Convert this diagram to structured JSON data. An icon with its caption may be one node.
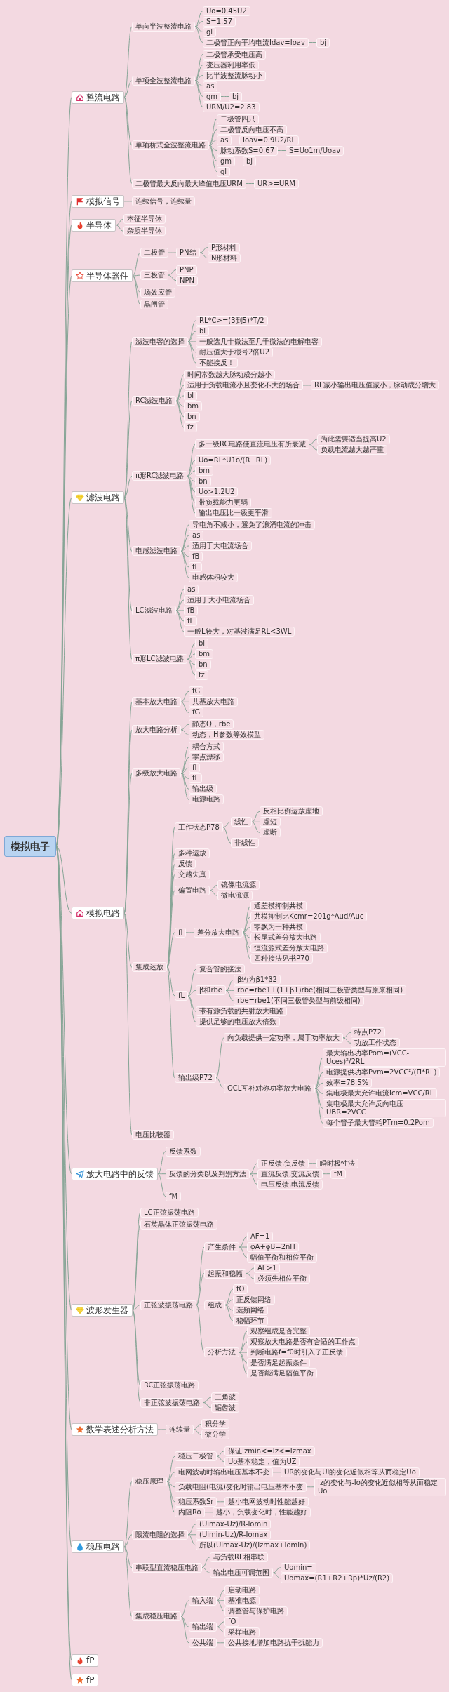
{
  "diagram": {
    "nodes": [
      {
        "text": [
          "模拟电子"
        ]
      },
      {
        "text": [
          "整流电路"
        ]
      },
      {
        "text": [
          "单向半波整流电路"
        ]
      },
      {
        "text": [
          "Uo=0.45U2"
        ]
      },
      {
        "text": [
          "S=1.57"
        ]
      },
      {
        "text": [
          "gl"
        ]
      },
      {
        "text": [
          "二极管正向平均电流Idav=Ioav"
        ]
      },
      {
        "text": [
          "bj"
        ]
      },
      {
        "text": [
          "单项全波整流电路"
        ]
      },
      {
        "text": [
          "二极管承受电压高"
        ]
      },
      {
        "text": [
          "变压器利用率低"
        ]
      },
      {
        "text": [
          "比半波整流脉动小"
        ]
      },
      {
        "text": [
          "as"
        ]
      },
      {
        "text": [
          "gm"
        ]
      },
      {
        "text": [
          "bj"
        ]
      },
      {
        "text": [
          "URM/U2=2.83"
        ]
      },
      {
        "text": [
          "单项桥式全波整流电路"
        ]
      },
      {
        "text": [
          "二极管四只"
        ]
      },
      {
        "text": [
          "二极管反向电压不高"
        ]
      },
      {
        "text": [
          "as"
        ]
      },
      {
        "text": [
          "Ioav=0.9U2/RL"
        ]
      },
      {
        "text": [
          "脉动系数S=0.67"
        ]
      },
      {
        "text": [
          "S=Uo1m/Uoav"
        ]
      },
      {
        "text": [
          "gm"
        ]
      },
      {
        "text": [
          "bj"
        ]
      },
      {
        "text": [
          "gl"
        ]
      },
      {
        "text": [
          "二极管最大反向最大峰值电压URM"
        ]
      },
      {
        "text": [
          "UR>=URM"
        ]
      },
      {
        "text": [
          "模拟信号"
        ]
      },
      {
        "text": [
          "连续信号，连续量"
        ]
      },
      {
        "text": [
          "半导体"
        ]
      },
      {
        "text": [
          "本征半导体"
        ]
      },
      {
        "text": [
          "杂质半导体"
        ]
      },
      {
        "text": [
          "半导体器件"
        ]
      },
      {
        "text": [
          "二极管"
        ]
      },
      {
        "text": [
          "PN结"
        ]
      },
      {
        "text": [
          "P形材料"
        ]
      },
      {
        "text": [
          "N形材料"
        ]
      },
      {
        "text": [
          "三极管"
        ]
      },
      {
        "text": [
          "PNP"
        ]
      },
      {
        "text": [
          "NPN"
        ]
      },
      {
        "text": [
          "场效应管"
        ]
      },
      {
        "text": [
          "晶闸管"
        ]
      },
      {
        "text": [
          "滤波电路"
        ]
      },
      {
        "text": [
          "滤波电容的选择"
        ]
      },
      {
        "text": [
          "RL*C>=(3到5)*T/2"
        ]
      },
      {
        "text": [
          "bl"
        ]
      },
      {
        "text": [
          "一般选几十微法至几千微法的电解电容"
        ]
      },
      {
        "text": [
          "耐压值大于根号2倍U2"
        ]
      },
      {
        "text": [
          "不能接反！"
        ]
      },
      {
        "text": [
          "RC滤波电路"
        ]
      },
      {
        "text": [
          "时间常数越大脉动成分越小"
        ]
      },
      {
        "text": [
          "适用于负载电流小且变化不大的场合"
        ]
      },
      {
        "text": [
          "RL减小输出电压值减小，脉动成分增大"
        ]
      },
      {
        "text": [
          "bl"
        ]
      },
      {
        "text": [
          "bm"
        ]
      },
      {
        "text": [
          "bn"
        ]
      },
      {
        "text": [
          "fz"
        ]
      },
      {
        "text": [
          "π形RC滤波电路"
        ]
      },
      {
        "text": [
          "多一级RC电路使直流电压有所衰减"
        ]
      },
      {
        "text": [
          "为此需要适当提高U2"
        ]
      },
      {
        "text": [
          "负载电流越大越严重"
        ]
      },
      {
        "text": [
          "Uo=RL*U1o/(R+RL)"
        ]
      },
      {
        "text": [
          "bm"
        ]
      },
      {
        "text": [
          "bn"
        ]
      },
      {
        "text": [
          "Uo>1.2U2"
        ]
      },
      {
        "text": [
          "带负载能力更弱"
        ]
      },
      {
        "text": [
          "输出电压比一级更平滑"
        ]
      },
      {
        "text": [
          "电感滤波电路"
        ]
      },
      {
        "text": [
          "导电角不减小，避免了浪涌电流的冲击"
        ]
      },
      {
        "text": [
          "as"
        ]
      },
      {
        "text": [
          "适用于大电流场合"
        ]
      },
      {
        "text": [
          "fB"
        ]
      },
      {
        "text": [
          "fF"
        ]
      },
      {
        "text": [
          "电感体积较大"
        ]
      },
      {
        "text": [
          "LC滤波电路"
        ]
      },
      {
        "text": [
          "as"
        ]
      },
      {
        "text": [
          "适用于大小电流场合"
        ]
      },
      {
        "text": [
          "fB"
        ]
      },
      {
        "text": [
          "fF"
        ]
      },
      {
        "text": [
          "一般L较大，对基波满足RL<3WL"
        ]
      },
      {
        "text": [
          "π形LC滤波电路"
        ]
      },
      {
        "text": [
          "bl"
        ]
      },
      {
        "text": [
          "bm"
        ]
      },
      {
        "text": [
          "bn"
        ]
      },
      {
        "text": [
          "fz"
        ]
      },
      {
        "text": [
          "模拟电路"
        ]
      },
      {
        "text": [
          "基本放大电路"
        ]
      },
      {
        "text": [
          "fG"
        ]
      },
      {
        "text": [
          "共基放大电路"
        ]
      },
      {
        "text": [
          "fG"
        ]
      },
      {
        "text": [
          "放大电路分析"
        ]
      },
      {
        "text": [
          "静态Q，rbe"
        ]
      },
      {
        "text": [
          "动态，H参数等效模型"
        ]
      },
      {
        "text": [
          "多级放大电路"
        ]
      },
      {
        "text": [
          "耦合方式"
        ]
      },
      {
        "text": [
          "零点漂移"
        ]
      },
      {
        "text": [
          "fI"
        ]
      },
      {
        "text": [
          "fL"
        ]
      },
      {
        "text": [
          "输出级"
        ]
      },
      {
        "text": [
          "电源电路"
        ]
      },
      {
        "text": [
          "集成运放"
        ]
      },
      {
        "text": [
          "工作状态P78"
        ]
      },
      {
        "text": [
          "线性"
        ]
      },
      {
        "text": [
          "反相比例运放虚地"
        ]
      },
      {
        "text": [
          "虚短"
        ]
      },
      {
        "text": [
          "虚断"
        ]
      },
      {
        "text": [
          "非线性"
        ]
      },
      {
        "text": [
          "多种运放"
        ]
      },
      {
        "text": [
          "反馈"
        ]
      },
      {
        "text": [
          "交越失真"
        ]
      },
      {
        "text": [
          "偏置电路"
        ]
      },
      {
        "text": [
          "镜像电流源"
        ]
      },
      {
        "text": [
          "微电流源"
        ]
      },
      {
        "text": [
          "fI"
        ]
      },
      {
        "text": [
          "差分放大电路"
        ]
      },
      {
        "text": [
          "通差模抑制共模"
        ]
      },
      {
        "text": [
          "共模抑制比Kcmr=201g*Aud/Auc"
        ]
      },
      {
        "text": [
          "零飘为一种共模"
        ]
      },
      {
        "text": [
          "长尾式差分放大电路"
        ]
      },
      {
        "text": [
          "恒流源式差分放大电路"
        ]
      },
      {
        "text": [
          "四种接法见书P70"
        ]
      },
      {
        "text": [
          "fL"
        ]
      },
      {
        "text": [
          "复合管的接法"
        ]
      },
      {
        "text": [
          "β和rbe"
        ]
      },
      {
        "text": [
          "β约为β1*β2"
        ]
      },
      {
        "text": [
          "rbe=rbe1+(1+β1)rbe(相同三极管类型与原来相同)"
        ]
      },
      {
        "text": [
          "rbe=rbe1(不同三极管类型与前级相同)"
        ]
      },
      {
        "text": [
          "带有源负载的共射放大电路"
        ]
      },
      {
        "text": [
          "提供足够的电压放大倍数"
        ]
      },
      {
        "text": [
          "输出级P72"
        ]
      },
      {
        "text": [
          "向负载提供一定功率，属于功率放大"
        ]
      },
      {
        "text": [
          "特点P72"
        ]
      },
      {
        "text": [
          "功放工作状态"
        ]
      },
      {
        "text": [
          "OCL互补对称功率放大电路"
        ]
      },
      {
        "text": [
          "最大输出功率Pom=(VCC-Uces)²/2RL"
        ]
      },
      {
        "text": [
          "电源提供功率Pvm=2VCC²/(Π*RL)"
        ]
      },
      {
        "text": [
          "效率=78.5%"
        ]
      },
      {
        "text": [
          "集电极最大允许电流Icm=VCC/RL"
        ]
      },
      {
        "text": [
          "集电极最大允许反向电压UBR=2VCC"
        ]
      },
      {
        "text": [
          "每个管子最大管耗PTm=0.2Pom"
        ]
      },
      {
        "text": [
          "电压比较器"
        ]
      },
      {
        "text": [
          "放大电路中的反馈"
        ]
      },
      {
        "text": [
          "反馈系数"
        ]
      },
      {
        "text": [
          "反馈的分类以及判别方法"
        ]
      },
      {
        "text": [
          "正反馈,负反馈"
        ]
      },
      {
        "text": [
          "瞬时极性法"
        ]
      },
      {
        "text": [
          "直流反馈,交流反馈"
        ]
      },
      {
        "text": [
          "fM"
        ]
      },
      {
        "text": [
          "电压反馈,电流反馈"
        ]
      },
      {
        "text": [
          "fM"
        ]
      },
      {
        "text": [
          "波形发生器"
        ]
      },
      {
        "text": [
          "LC正弦振荡电路"
        ]
      },
      {
        "text": [
          "石英晶体正弦振荡电路"
        ]
      },
      {
        "text": [
          "正弦波振荡电路"
        ]
      },
      {
        "text": [
          "产生条件"
        ]
      },
      {
        "text": [
          "AF=1"
        ]
      },
      {
        "text": [
          "φA+φB=2nΠ"
        ]
      },
      {
        "text": [
          "幅值平衡和相位平衡"
        ]
      },
      {
        "text": [
          "起振和稳幅"
        ]
      },
      {
        "text": [
          "AF>1"
        ]
      },
      {
        "text": [
          "必须先相位平衡"
        ]
      },
      {
        "text": [
          "组成"
        ]
      },
      {
        "text": [
          "fO"
        ]
      },
      {
        "text": [
          "正反馈网络"
        ]
      },
      {
        "text": [
          "选频网络"
        ]
      },
      {
        "text": [
          "稳幅环节"
        ]
      },
      {
        "text": [
          "分析方法"
        ]
      },
      {
        "text": [
          "观察组成是否完整"
        ]
      },
      {
        "text": [
          "观察放大电路是否有合适的工作点"
        ]
      },
      {
        "text": [
          "判断电路f=f0时引入了正反馈"
        ]
      },
      {
        "text": [
          "是否满足起振条件"
        ]
      },
      {
        "text": [
          "是否能满足幅值平衡"
        ]
      },
      {
        "text": [
          "RC正弦振荡电路"
        ]
      },
      {
        "text": [
          "非正弦波振荡电路"
        ]
      },
      {
        "text": [
          "三角波"
        ]
      },
      {
        "text": [
          "锯齿波"
        ]
      },
      {
        "text": [
          "数学表述分析方法"
        ]
      },
      {
        "text": [
          "连续量"
        ]
      },
      {
        "text": [
          "积分学"
        ]
      },
      {
        "text": [
          "微分学"
        ]
      },
      {
        "text": [
          "稳压电路"
        ]
      },
      {
        "text": [
          "稳压原理"
        ]
      },
      {
        "text": [
          "稳压二极管"
        ]
      },
      {
        "text": [
          "保证Izmin<=Iz<=Izmax"
        ]
      },
      {
        "text": [
          "Uo基本稳定，值为UZ"
        ]
      },
      {
        "text": [
          "电网波动时输出电压基本不变"
        ]
      },
      {
        "text": [
          "UR的变化与Ui的变化近似相等从而稳定Uo"
        ]
      },
      {
        "text": [
          "负载电阻(电流)变化时输出电压基本不变"
        ]
      },
      {
        "text": [
          "Iz的变化与-Io的变化近似相等从而稳定Uo"
        ]
      },
      {
        "text": [
          "稳压系数Sr"
        ]
      },
      {
        "text": [
          "越小电网波动时性能越好"
        ]
      },
      {
        "text": [
          "内阻Ro"
        ]
      },
      {
        "text": [
          "越小，负载变化时，性能越好"
        ]
      },
      {
        "text": [
          "限流电阻的选择"
        ]
      },
      {
        "text": [
          "(Uimax-Uz)/R-Iomin"
        ]
      },
      {
        "text": [
          "(Uimin-Uz)/R-Iomax"
        ]
      },
      {
        "text": [
          "所以(Uimax-Uz)/(Izmax+Iomin)"
        ]
      },
      {
        "text": [
          "串联型直流稳压电路"
        ]
      },
      {
        "text": [
          "与负载RL相串联"
        ]
      },
      {
        "text": [
          "输出电压可调范围"
        ]
      },
      {
        "text": [
          "Uomin="
        ]
      },
      {
        "text": [
          "Uomax=(R1+R2+Rp)*Uz/(R2)"
        ]
      },
      {
        "text": [
          "集成稳压电路"
        ]
      },
      {
        "text": [
          "输入端"
        ]
      },
      {
        "text": [
          "启动电路"
        ]
      },
      {
        "text": [
          "基准电源"
        ]
      },
      {
        "text": [
          "调整管与保护电路"
        ]
      },
      {
        "text": [
          "输出端"
        ]
      },
      {
        "text": [
          "fO"
        ]
      },
      {
        "text": [
          "采样电路"
        ]
      },
      {
        "text": [
          "公共端"
        ]
      },
      {
        "text": [
          "公共接地增加电路抗干扰能力"
        ]
      },
      {
        "text": [
          "fP"
        ]
      },
      {
        "text": [
          "fP"
        ]
      }
    ],
    "edges": [
      {
        "from": 0,
        "to": 1,
        "arrow": "none"
      },
      {
        "from": 1,
        "to": 2,
        "arrow": "none"
      },
      {
        "from": 2,
        "to": 3,
        "arrow": "none"
      },
      {
        "from": 2,
        "to": 4,
        "arrow": "none"
      },
      {
        "from": 2,
        "to": 5,
        "arrow": "none"
      },
      {
        "from": 2,
        "to": 6,
        "arrow": "none"
      },
      {
        "from": 6,
        "to": 7,
        "arrow": "none"
      },
      {
        "from": 1,
        "to": 8,
        "arrow": "none"
      },
      {
        "from": 8,
        "to": 9,
        "arrow": "none"
      },
      {
        "from": 8,
        "to": 10,
        "arrow": "none"
      },
      {
        "from": 8,
        "to": 11,
        "arrow": "none"
      },
      {
        "from": 8,
        "to": 12,
        "arrow": "none"
      },
      {
        "from": 8,
        "to": 13,
        "arrow": "none"
      },
      {
        "from": 13,
        "to": 14,
        "arrow": "none"
      },
      {
        "from": 8,
        "to": 15,
        "arrow": "none"
      },
      {
        "from": 1,
        "to": 16,
        "arrow": "none"
      },
      {
        "from": 16,
        "to": 17,
        "arrow": "none"
      },
      {
        "from": 16,
        "to": 18,
        "arrow": "none"
      },
      {
        "from": 16,
        "to": 19,
        "arrow": "none"
      },
      {
        "from": 19,
        "to": 20,
        "arrow": "none"
      },
      {
        "from": 16,
        "to": 21,
        "arrow": "none"
      },
      {
        "from": 21,
        "to": 22,
        "arrow": "none"
      },
      {
        "from": 16,
        "to": 23,
        "arrow": "none"
      },
      {
        "from": 23,
        "to": 24,
        "arrow": "none"
      },
      {
        "from": 16,
        "to": 25,
        "arrow": "none"
      },
      {
        "from": 1,
        "to": 26,
        "arrow": "none"
      },
      {
        "from": 26,
        "to": 27,
        "arrow": "none"
      },
      {
        "from": 0,
        "to": 28,
        "arrow": "none"
      },
      {
        "from": 28,
        "to": 29,
        "arrow": "none"
      },
      {
        "from": 0,
        "to": 30,
        "arrow": "none"
      },
      {
        "from": 30,
        "to": 31,
        "arrow": "none"
      },
      {
        "from": 30,
        "to": 32,
        "arrow": "none"
      },
      {
        "from": 0,
        "to": 33,
        "arrow": "none"
      },
      {
        "from": 33,
        "to": 34,
        "arrow": "none"
      },
      {
        "from": 34,
        "to": 35,
        "arrow": "none"
      },
      {
        "from": 35,
        "to": 36,
        "arrow": "none"
      },
      {
        "from": 35,
        "to": 37,
        "arrow": "none"
      },
      {
        "from": 33,
        "to": 38,
        "arrow": "none"
      },
      {
        "from": 38,
        "to": 39,
        "arrow": "none"
      },
      {
        "from": 38,
        "to": 40,
        "arrow": "none"
      },
      {
        "from": 33,
        "to": 41,
        "arrow": "none"
      },
      {
        "from": 33,
        "to": 42,
        "arrow": "none"
      },
      {
        "from": 0,
        "to": 43,
        "arrow": "none"
      },
      {
        "from": 43,
        "to": 44,
        "arrow": "none"
      },
      {
        "from": 44,
        "to": 45,
        "arrow": "none"
      },
      {
        "from": 44,
        "to": 46,
        "arrow": "none"
      },
      {
        "from": 44,
        "to": 47,
        "arrow": "none"
      },
      {
        "from": 44,
        "to": 48,
        "arrow": "none"
      },
      {
        "from": 44,
        "to": 49,
        "arrow": "none"
      },
      {
        "from": 43,
        "to": 50,
        "arrow": "none"
      },
      {
        "from": 50,
        "to": 51,
        "arrow": "none"
      },
      {
        "from": 50,
        "to": 52,
        "arrow": "none"
      },
      {
        "from": 52,
        "to": 53,
        "arrow": "none"
      },
      {
        "from": 50,
        "to": 54,
        "arrow": "none"
      },
      {
        "from": 50,
        "to": 55,
        "arrow": "none"
      },
      {
        "from": 50,
        "to": 56,
        "arrow": "none"
      },
      {
        "from": 50,
        "to": 57,
        "arrow": "none"
      },
      {
        "from": 43,
        "to": 58,
        "arrow": "none"
      },
      {
        "from": 58,
        "to": 59,
        "arrow": "none"
      },
      {
        "from": 59,
        "to": 60,
        "arrow": "none"
      },
      {
        "from": 59,
        "to": 61,
        "arrow": "none"
      },
      {
        "from": 58,
        "to": 62,
        "arrow": "none"
      },
      {
        "from": 58,
        "to": 63,
        "arrow": "none"
      },
      {
        "from": 58,
        "to": 64,
        "arrow": "none"
      },
      {
        "from": 58,
        "to": 65,
        "arrow": "none"
      },
      {
        "from": 58,
        "to": 66,
        "arrow": "none"
      },
      {
        "from": 58,
        "to": 67,
        "arrow": "none"
      },
      {
        "from": 43,
        "to": 68,
        "arrow": "none"
      },
      {
        "from": 68,
        "to": 69,
        "arrow": "none"
      },
      {
        "from": 68,
        "to": 70,
        "arrow": "none"
      },
      {
        "from": 68,
        "to": 71,
        "arrow": "none"
      },
      {
        "from": 68,
        "to": 72,
        "arrow": "none"
      },
      {
        "from": 68,
        "to": 73,
        "arrow": "none"
      },
      {
        "from": 68,
        "to": 74,
        "arrow": "none"
      },
      {
        "from": 43,
        "to": 75,
        "arrow": "none"
      },
      {
        "from": 75,
        "to": 76,
        "arrow": "none"
      },
      {
        "from": 75,
        "to": 77,
        "arrow": "none"
      },
      {
        "from": 75,
        "to": 78,
        "arrow": "none"
      },
      {
        "from": 75,
        "to": 79,
        "arrow": "none"
      },
      {
        "from": 75,
        "to": 80,
        "arrow": "none"
      },
      {
        "from": 43,
        "to": 81,
        "arrow": "none"
      },
      {
        "from": 81,
        "to": 82,
        "arrow": "none"
      },
      {
        "from": 81,
        "to": 83,
        "arrow": "none"
      },
      {
        "from": 81,
        "to": 84,
        "arrow": "none"
      },
      {
        "from": 81,
        "to": 85,
        "arrow": "none"
      },
      {
        "from": 0,
        "to": 86,
        "arrow": "none"
      },
      {
        "from": 86,
        "to": 87,
        "arrow": "none"
      },
      {
        "from": 87,
        "to": 88,
        "arrow": "none"
      },
      {
        "from": 87,
        "to": 89,
        "arrow": "none"
      },
      {
        "from": 87,
        "to": 90,
        "arrow": "none"
      },
      {
        "from": 86,
        "to": 91,
        "arrow": "none"
      },
      {
        "from": 91,
        "to": 92,
        "arrow": "none"
      },
      {
        "from": 91,
        "to": 93,
        "arrow": "none"
      },
      {
        "from": 86,
        "to": 94,
        "arrow": "none"
      },
      {
        "from": 94,
        "to": 95,
        "arrow": "none"
      },
      {
        "from": 94,
        "to": 96,
        "arrow": "none"
      },
      {
        "from": 94,
        "to": 97,
        "arrow": "none"
      },
      {
        "from": 94,
        "to": 98,
        "arrow": "none"
      },
      {
        "from": 94,
        "to": 99,
        "arrow": "none"
      },
      {
        "from": 94,
        "to": 100,
        "arrow": "none"
      },
      {
        "from": 86,
        "to": 101,
        "arrow": "none"
      },
      {
        "from": 101,
        "to": 102,
        "arrow": "none"
      },
      {
        "from": 102,
        "to": 103,
        "arrow": "none"
      },
      {
        "from": 103,
        "to": 104,
        "arrow": "none"
      },
      {
        "from": 103,
        "to": 105,
        "arrow": "none"
      },
      {
        "from": 103,
        "to": 106,
        "arrow": "none"
      },
      {
        "from": 102,
        "to": 107,
        "arrow": "none"
      },
      {
        "from": 101,
        "to": 108,
        "arrow": "none"
      },
      {
        "from": 101,
        "to": 109,
        "arrow": "none"
      },
      {
        "from": 101,
        "to": 110,
        "arrow": "none"
      },
      {
        "from": 101,
        "to": 111,
        "arrow": "none"
      },
      {
        "from": 111,
        "to": 112,
        "arrow": "none"
      },
      {
        "from": 111,
        "to": 113,
        "arrow": "none"
      },
      {
        "from": 101,
        "to": 114,
        "arrow": "none"
      },
      {
        "from": 114,
        "to": 115,
        "arrow": "none"
      },
      {
        "from": 115,
        "to": 116,
        "arrow": "none"
      },
      {
        "from": 115,
        "to": 117,
        "arrow": "none"
      },
      {
        "from": 115,
        "to": 118,
        "arrow": "none"
      },
      {
        "from": 115,
        "to": 119,
        "arrow": "none"
      },
      {
        "from": 115,
        "to": 120,
        "arrow": "none"
      },
      {
        "from": 115,
        "to": 121,
        "arrow": "none"
      },
      {
        "from": 101,
        "to": 122,
        "arrow": "none"
      },
      {
        "from": 122,
        "to": 123,
        "arrow": "none"
      },
      {
        "from": 122,
        "to": 124,
        "arrow": "none"
      },
      {
        "from": 124,
        "to": 125,
        "arrow": "none"
      },
      {
        "from": 124,
        "to": 126,
        "arrow": "none"
      },
      {
        "from": 124,
        "to": 127,
        "arrow": "none"
      },
      {
        "from": 122,
        "to": 128,
        "arrow": "none"
      },
      {
        "from": 122,
        "to": 129,
        "arrow": "none"
      },
      {
        "from": 101,
        "to": 130,
        "arrow": "none"
      },
      {
        "from": 130,
        "to": 131,
        "arrow": "none"
      },
      {
        "from": 131,
        "to": 132,
        "arrow": "none"
      },
      {
        "from": 131,
        "to": 133,
        "arrow": "none"
      },
      {
        "from": 130,
        "to": 134,
        "arrow": "none"
      },
      {
        "from": 134,
        "to": 135,
        "arrow": "none"
      },
      {
        "from": 134,
        "to": 136,
        "arrow": "none"
      },
      {
        "from": 134,
        "to": 137,
        "arrow": "none"
      },
      {
        "from": 134,
        "to": 138,
        "arrow": "none"
      },
      {
        "from": 134,
        "to": 139,
        "arrow": "none"
      },
      {
        "from": 134,
        "to": 140,
        "arrow": "none"
      },
      {
        "from": 86,
        "to": 141,
        "arrow": "none"
      },
      {
        "from": 0,
        "to": 142,
        "arrow": "none"
      },
      {
        "from": 142,
        "to": 143,
        "arrow": "none"
      },
      {
        "from": 142,
        "to": 144,
        "arrow": "none"
      },
      {
        "from": 144,
        "to": 145,
        "arrow": "none"
      },
      {
        "from": 145,
        "to": 146,
        "arrow": "none"
      },
      {
        "from": 144,
        "to": 147,
        "arrow": "none"
      },
      {
        "from": 147,
        "to": 148,
        "arrow": "none"
      },
      {
        "from": 144,
        "to": 149,
        "arrow": "none"
      },
      {
        "from": 142,
        "to": 150,
        "arrow": "none"
      },
      {
        "from": 0,
        "to": 151,
        "arrow": "none"
      },
      {
        "from": 151,
        "to": 152,
        "arrow": "none"
      },
      {
        "from": 151,
        "to": 153,
        "arrow": "none"
      },
      {
        "from": 151,
        "to": 154,
        "arrow": "none"
      },
      {
        "from": 154,
        "to": 155,
        "arrow": "none"
      },
      {
        "from": 155,
        "to": 156,
        "arrow": "none"
      },
      {
        "from": 155,
        "to": 157,
        "arrow": "none"
      },
      {
        "from": 155,
        "to": 158,
        "arrow": "none"
      },
      {
        "from": 154,
        "to": 159,
        "arrow": "none"
      },
      {
        "from": 159,
        "to": 160,
        "arrow": "none"
      },
      {
        "from": 159,
        "to": 161,
        "arrow": "none"
      },
      {
        "from": 154,
        "to": 162,
        "arrow": "none"
      },
      {
        "from": 162,
        "to": 163,
        "arrow": "none"
      },
      {
        "from": 162,
        "to": 164,
        "arrow": "none"
      },
      {
        "from": 162,
        "to": 165,
        "arrow": "none"
      },
      {
        "from": 162,
        "to": 166,
        "arrow": "none"
      },
      {
        "from": 154,
        "to": 167,
        "arrow": "none"
      },
      {
        "from": 167,
        "to": 168,
        "arrow": "none"
      },
      {
        "from": 167,
        "to": 169,
        "arrow": "none"
      },
      {
        "from": 167,
        "to": 170,
        "arrow": "none"
      },
      {
        "from": 167,
        "to": 171,
        "arrow": "none"
      },
      {
        "from": 167,
        "to": 172,
        "arrow": "none"
      },
      {
        "from": 151,
        "to": 173,
        "arrow": "none"
      },
      {
        "from": 151,
        "to": 174,
        "arrow": "none"
      },
      {
        "from": 174,
        "to": 175,
        "arrow": "none"
      },
      {
        "from": 174,
        "to": 176,
        "arrow": "none"
      },
      {
        "from": 0,
        "to": 177,
        "arrow": "none"
      },
      {
        "from": 177,
        "to": 178,
        "arrow": "none"
      },
      {
        "from": 178,
        "to": 179,
        "arrow": "none"
      },
      {
        "from": 178,
        "to": 180,
        "arrow": "none"
      },
      {
        "from": 0,
        "to": 181,
        "arrow": "none"
      },
      {
        "from": 181,
        "to": 182,
        "arrow": "none"
      },
      {
        "from": 182,
        "to": 183,
        "arrow": "none"
      },
      {
        "from": 183,
        "to": 184,
        "arrow": "none"
      },
      {
        "from": 183,
        "to": 185,
        "arrow": "none"
      },
      {
        "from": 182,
        "to": 186,
        "arrow": "none"
      },
      {
        "from": 186,
        "to": 187,
        "arrow": "none"
      },
      {
        "from": 182,
        "to": 188,
        "arrow": "none"
      },
      {
        "from": 188,
        "to": 189,
        "arrow": "none"
      },
      {
        "from": 182,
        "to": 190,
        "arrow": "none"
      },
      {
        "from": 190,
        "to": 191,
        "arrow": "none"
      },
      {
        "from": 182,
        "to": 192,
        "arrow": "none"
      },
      {
        "from": 192,
        "to": 193,
        "arrow": "none"
      },
      {
        "from": 181,
        "to": 194,
        "arrow": "none"
      },
      {
        "from": 194,
        "to": 195,
        "arrow": "none"
      },
      {
        "from": 194,
        "to": 196,
        "arrow": "none"
      },
      {
        "from": 194,
        "to": 197,
        "arrow": "none"
      },
      {
        "from": 181,
        "to": 198,
        "arrow": "none"
      },
      {
        "from": 198,
        "to": 199,
        "arrow": "none"
      },
      {
        "from": 198,
        "to": 200,
        "arrow": "none"
      },
      {
        "from": 200,
        "to": 201,
        "arrow": "none"
      },
      {
        "from": 200,
        "to": 202,
        "arrow": "none"
      },
      {
        "from": 181,
        "to": 203,
        "arrow": "none"
      },
      {
        "from": 203,
        "to": 204,
        "arrow": "none"
      },
      {
        "from": 204,
        "to": 205,
        "arrow": "none"
      },
      {
        "from": 204,
        "to": 206,
        "arrow": "none"
      },
      {
        "from": 204,
        "to": 207,
        "arrow": "none"
      },
      {
        "from": 203,
        "to": 208,
        "arrow": "none"
      },
      {
        "from": 208,
        "to": 209,
        "arrow": "none"
      },
      {
        "from": 208,
        "to": 210,
        "arrow": "none"
      },
      {
        "from": 203,
        "to": 211,
        "arrow": "none"
      },
      {
        "from": 211,
        "to": 212,
        "arrow": "none"
      },
      {
        "from": 0,
        "to": 213,
        "arrow": "none"
      },
      {
        "from": 0,
        "to": 214,
        "arrow": "none"
      }
    ]
  }
}
